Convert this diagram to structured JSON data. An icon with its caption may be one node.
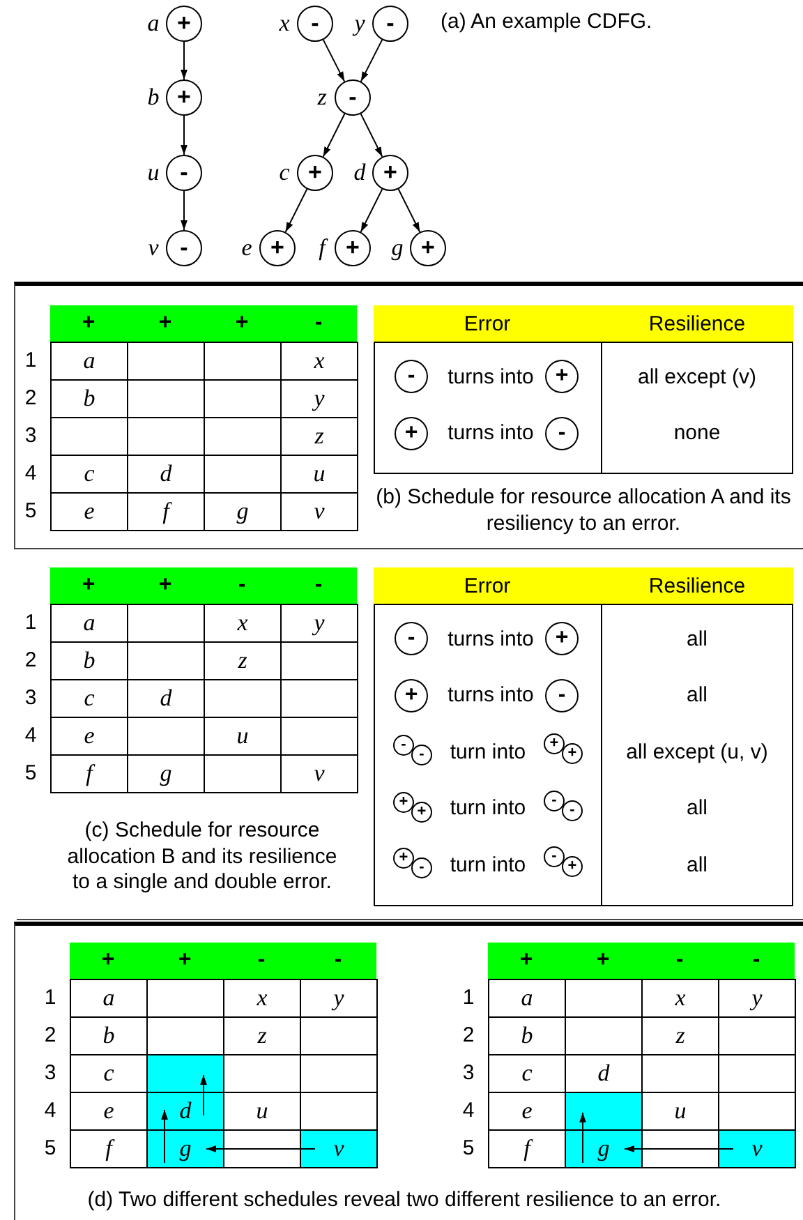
{
  "diagram": {
    "nodes": [
      {
        "text": [
          "+"
        ],
        "beside": [
          "a"
        ]
      },
      {
        "text": [
          "-"
        ],
        "beside": [
          "x"
        ]
      },
      {
        "text": [
          "-"
        ],
        "beside": [
          "y"
        ]
      },
      {
        "text": [
          "+"
        ],
        "beside": [
          "b"
        ]
      },
      {
        "text": [
          "-"
        ],
        "beside": [
          "z"
        ]
      },
      {
        "text": [
          "-"
        ],
        "beside": [
          "u"
        ]
      },
      {
        "text": [
          "+"
        ],
        "beside": [
          "c"
        ]
      },
      {
        "text": [
          "+"
        ],
        "beside": [
          "d"
        ]
      },
      {
        "text": [
          "-"
        ],
        "beside": [
          "v"
        ]
      },
      {
        "text": [
          "+"
        ],
        "beside": [
          "e"
        ]
      },
      {
        "text": [
          "+"
        ],
        "beside": [
          "f"
        ]
      },
      {
        "text": [
          "+"
        ],
        "beside": [
          "g"
        ]
      }
    ],
    "edges": [
      {
        "from": 0,
        "to": 3,
        "arrow": "to"
      },
      {
        "from": 3,
        "to": 5,
        "arrow": "to"
      },
      {
        "from": 5,
        "to": 8,
        "arrow": "to"
      },
      {
        "from": 1,
        "to": 4,
        "arrow": "to"
      },
      {
        "from": 2,
        "to": 4,
        "arrow": "to"
      },
      {
        "from": 4,
        "to": 6,
        "arrow": "to"
      },
      {
        "from": 4,
        "to": 7,
        "arrow": "to"
      },
      {
        "from": 6,
        "to": 9,
        "arrow": "to"
      },
      {
        "from": 7,
        "to": 10,
        "arrow": "to"
      },
      {
        "from": 7,
        "to": 11,
        "arrow": "to"
      }
    ],
    "labels": [
      "(a) An example CDFG.",
      "+",
      "+",
      "+",
      "-",
      "1",
      "a",
      "x",
      "2",
      "b",
      "y",
      "3",
      "z",
      "4",
      "c",
      "d",
      "u",
      "5",
      "e",
      "f",
      "g",
      "v",
      "Error",
      "Resilience",
      "-",
      "turns into",
      "+",
      "all except (v)",
      "+",
      "turns into",
      "-",
      "none",
      "(b) Schedule for resource allocation A and its resiliency to an error.",
      "+",
      "+",
      "-",
      "-",
      "1",
      "a",
      "x",
      "y",
      "2",
      "b",
      "z",
      "3",
      "c",
      "d",
      "4",
      "e",
      "u",
      "5",
      "f",
      "g",
      "v",
      "Error",
      "Resilience",
      "-",
      "turns into",
      "+",
      "all",
      "+",
      "turns into",
      "-",
      "all",
      "-",
      "-",
      "turn into",
      "+",
      "+",
      "all except (u, v)",
      "+",
      "+",
      "turn into",
      "-",
      "-",
      "all",
      "+",
      "-",
      "turn into",
      "-",
      "+",
      "all",
      "(c) Schedule for resource allocation B and its resilience to a single and double error.",
      "+",
      "+",
      "-",
      "-",
      "1",
      "a",
      "x",
      "y",
      "2",
      "b",
      "z",
      "3",
      "c",
      "4",
      "e",
      "d",
      "u",
      "5",
      "f",
      "g",
      "v",
      "+",
      "+",
      "-",
      "-",
      "1",
      "a",
      "x",
      "y",
      "2",
      "b",
      "z",
      "3",
      "c",
      "d",
      "4",
      "e",
      "u",
      "5",
      "f",
      "g",
      "v",
      "(d) Two different schedules reveal two different resilience to an error."
    ]
  }
}
